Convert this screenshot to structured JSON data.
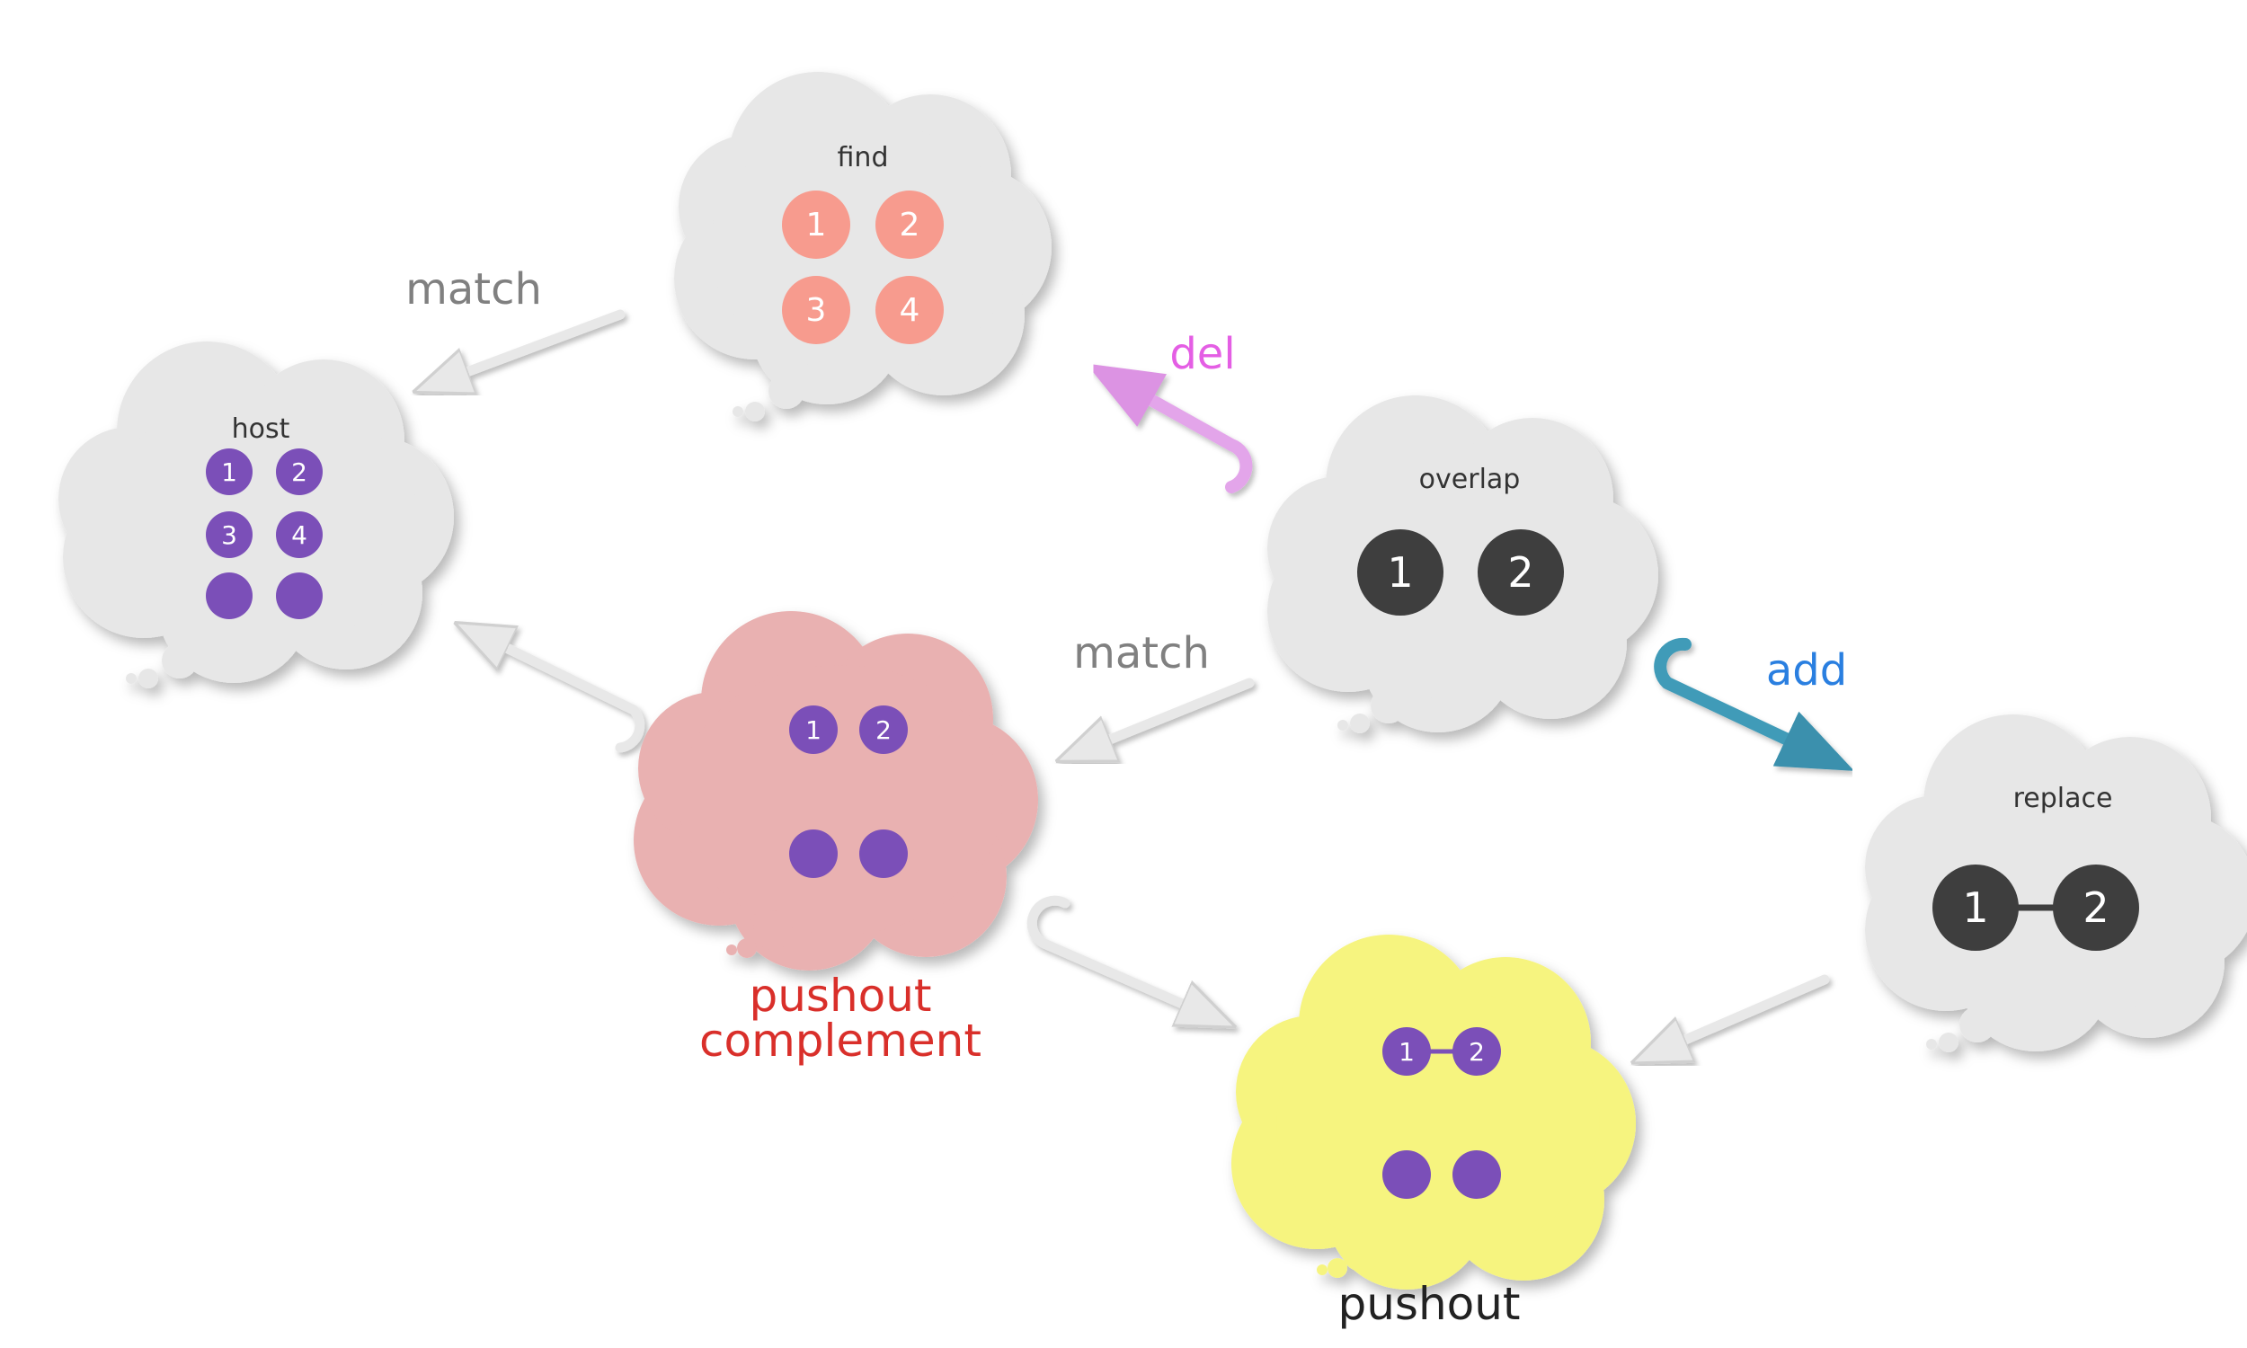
{
  "colors": {
    "cloud_grey": "#e7e7e7",
    "cloud_pink": "#e9b1b1",
    "cloud_yellow": "#f6f47f",
    "node_salmon": "#f79b8e",
    "node_purple": "#7b4fb8",
    "node_dark": "#3e3e3e",
    "label_match": "#808080",
    "label_del": "#e45ee4",
    "label_add": "#2a7fe0",
    "label_pushout_complement": "#d92f2a",
    "label_pushout": "#222222",
    "arrow_del": "#e3a5ea",
    "arrow_add": "#3f9bb8",
    "arrow_plain": "#e8e8e8"
  },
  "clouds": {
    "find": {
      "title": "find",
      "nodes": [
        "1",
        "2",
        "3",
        "4"
      ]
    },
    "host": {
      "title": "host",
      "nodes": [
        "1",
        "2",
        "3",
        "4",
        "",
        ""
      ]
    },
    "overlap": {
      "title": "overlap",
      "nodes": [
        "1",
        "2"
      ]
    },
    "replace": {
      "title": "replace",
      "nodes": [
        "1",
        "2"
      ]
    },
    "complement": {
      "caption_line1": "pushout",
      "caption_line2": "complement",
      "nodes": [
        "1",
        "2",
        "",
        ""
      ]
    },
    "pushout": {
      "caption": "pushout",
      "nodes": [
        "1",
        "2",
        "",
        ""
      ]
    }
  },
  "arrows": {
    "match_top": "match",
    "match_mid": "match",
    "del": "del",
    "add": "add"
  }
}
